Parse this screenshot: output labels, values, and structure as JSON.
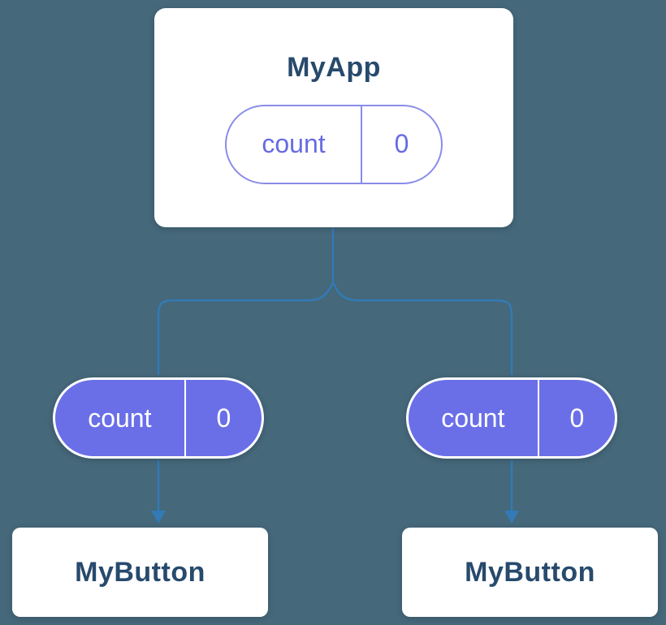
{
  "colors": {
    "background": "#45687A",
    "connector_blue": "#337AB7",
    "card_background": "#FFFFFF",
    "title_text": "#274A6D",
    "state_pill_border": "#898DE9",
    "state_pill_text": "#666BE2",
    "prop_pill_background": "#6A6FE8",
    "prop_pill_text": "#FFFFFF"
  },
  "root_card": {
    "title": "MyApp",
    "state_pill": {
      "label": "count",
      "value": "0"
    }
  },
  "children": [
    {
      "prop_pill": {
        "label": "count",
        "value": "0"
      },
      "card": {
        "title": "MyButton"
      }
    },
    {
      "prop_pill": {
        "label": "count",
        "value": "0"
      },
      "card": {
        "title": "MyButton"
      }
    }
  ]
}
